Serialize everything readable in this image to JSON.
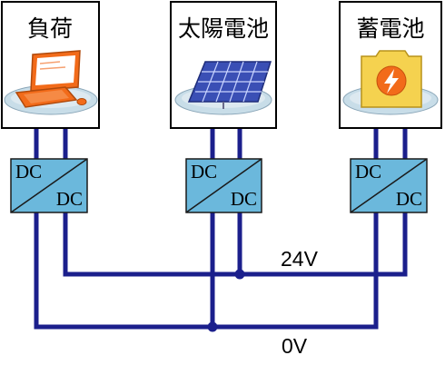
{
  "devices": [
    {
      "label": "負荷",
      "icon": "computer-icon"
    },
    {
      "label": "太陽電池",
      "icon": "solar-panel-icon"
    },
    {
      "label": "蓄電池",
      "icon": "battery-icon"
    }
  ],
  "converter": {
    "top_label": "DC",
    "bottom_label": "DC"
  },
  "buses": [
    {
      "label": "24V"
    },
    {
      "label": "0V"
    }
  ],
  "colors": {
    "wire": "#1b1f8c",
    "converter_fill": "#6bb8dc",
    "device_box_border": "#000000",
    "pad_fill": "#c8dde8",
    "computer_orange": "#f26b1a",
    "solar_blue": "#3a4fb5",
    "battery_yellow": "#f5d24f"
  }
}
